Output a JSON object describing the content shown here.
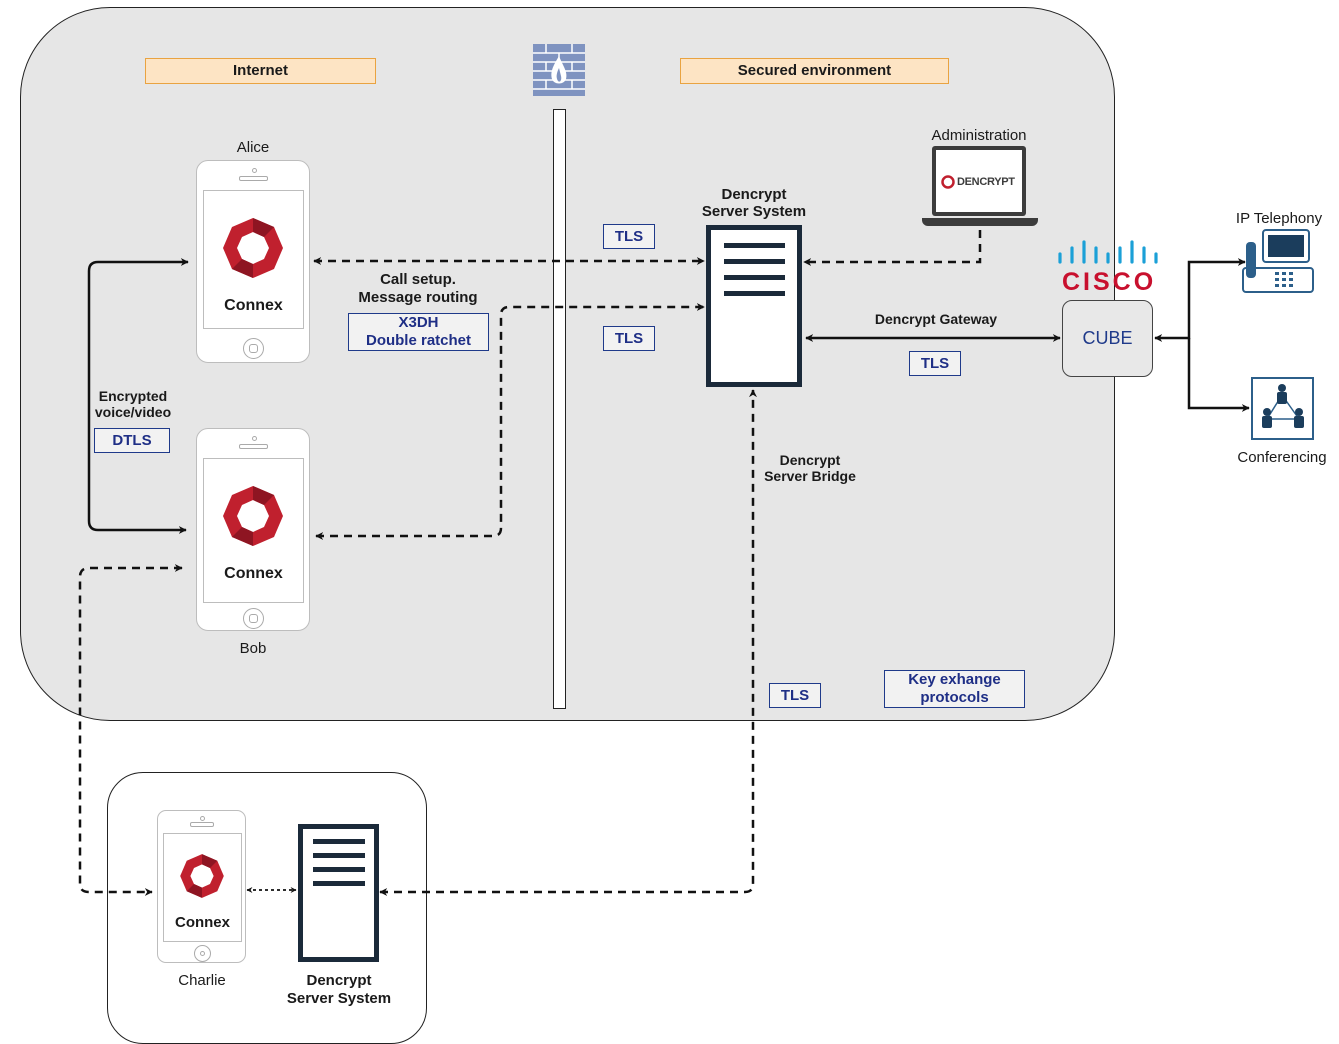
{
  "zones": {
    "internet_label": "Internet",
    "secured_label": "Secured environment"
  },
  "devices": {
    "alice": {
      "name": "Alice",
      "app": "Connex"
    },
    "bob": {
      "name": "Bob",
      "app": "Connex"
    },
    "charlie": {
      "name": "Charlie",
      "app": "Connex"
    }
  },
  "server_main": {
    "title_line1": "Dencrypt",
    "title_line2": "Server System"
  },
  "server_remote": {
    "title_line1": "Dencrypt",
    "title_line2": "Server System"
  },
  "administration": {
    "label": "Administration",
    "brand": "DENCRYPT"
  },
  "cisco": {
    "brand": "CISCO",
    "cube_label": "CUBE"
  },
  "external": {
    "ip_telephony": "IP Telephony",
    "conferencing": "Conferencing"
  },
  "annotations": {
    "call_setup": "Call setup.",
    "message_routing": "Message routing",
    "encrypted_line1": "Encrypted",
    "encrypted_line2": "voice/video",
    "gateway": "Dencrypt Gateway",
    "bridge_line1": "Dencrypt",
    "bridge_line2": "Server Bridge"
  },
  "badges": {
    "tls_1": "TLS",
    "tls_2": "TLS",
    "tls_3": "TLS",
    "tls_4": "TLS",
    "dtls": "DTLS",
    "x3dh": "X3DH",
    "double_ratchet": "Double ratchet",
    "key_exchange_line1": "Key exhange",
    "key_exchange_line2": "protocols"
  },
  "colors": {
    "zone_fill": "#e6e6e6",
    "label_fill": "#fde4c4",
    "label_border": "#e9a341",
    "badge_text": "#1f2f86",
    "connex_red": "#c0202e",
    "cisco_red": "#c8102e",
    "cisco_blue": "#1ba0d7",
    "server_dark": "#1b2a3a"
  }
}
